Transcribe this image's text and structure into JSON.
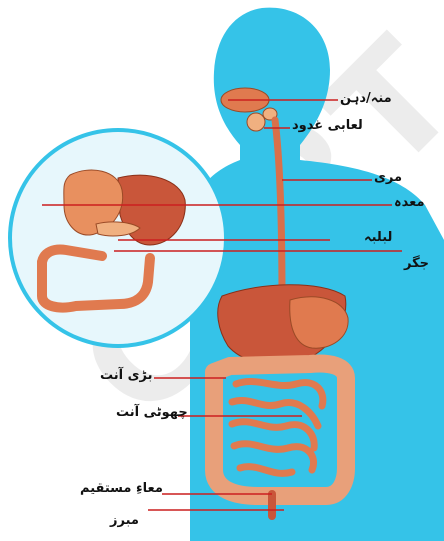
{
  "labels": {
    "mouth": "منہ/دہن",
    "salivary_glands": "لعابی غدود",
    "esophagus": "مری",
    "stomach": "معدہ",
    "pancreas": "لبلبہ",
    "liver": "جگر",
    "large_intestine": "بڑی آنت",
    "small_intestine": "چھوٹی آنت",
    "rectum": "معاءِ مستقیم",
    "anus": "مبرز"
  },
  "watermark": "CERT",
  "colors": {
    "body_silhouette": "#35c3e8",
    "inset_circle": "#e7f7fc",
    "organ": "#e07a4f",
    "organ_dark": "#b8502c",
    "leader_line": "#cc1f1f"
  }
}
